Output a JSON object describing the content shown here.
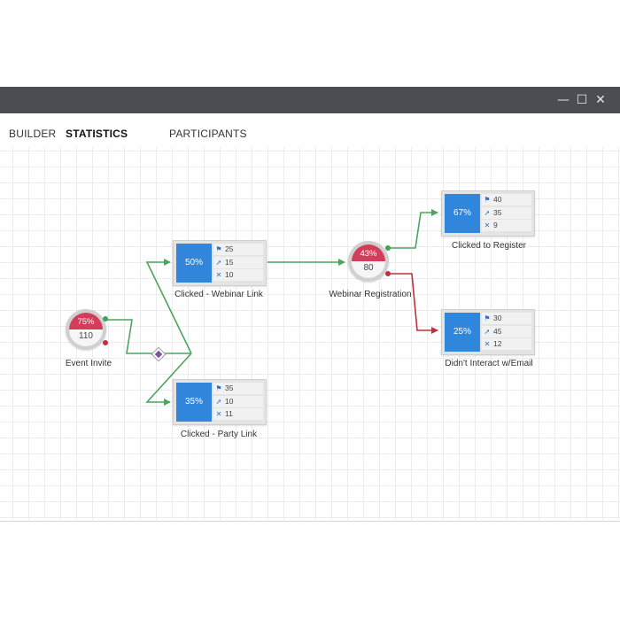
{
  "window": {
    "controls": {
      "minimize": "—",
      "maximize": "☐",
      "close": "✕"
    }
  },
  "tabs": [
    {
      "label": "BUILDER",
      "active": false
    },
    {
      "label": "STATISTICS",
      "active": true
    },
    {
      "label": "PARTICIPANTS",
      "active": false
    }
  ],
  "colors": {
    "titlebar": "#4a4d52",
    "gauge_red": "#d43d5a",
    "card_blue": "#2f86da",
    "link_green": "#4aa65f",
    "link_red": "#c0303c",
    "split_purple": "#7b54a8"
  },
  "icons": {
    "goal": "flag-icon",
    "in_progress": "running-person-icon",
    "exited": "x-icon"
  },
  "nodes": {
    "event_invite": {
      "label": "Event Invite",
      "percent": "75%",
      "count": "110"
    },
    "webinar_registration": {
      "label": "Webinar Registration",
      "percent": "43%",
      "count": "80"
    },
    "clicked_webinar_link": {
      "label": "Clicked - Webinar Link",
      "percent": "50%",
      "stats": [
        "25",
        "15",
        "10"
      ]
    },
    "clicked_party_link": {
      "label": "Clicked - Party Link",
      "percent": "35%",
      "stats": [
        "35",
        "10",
        "11"
      ]
    },
    "clicked_to_register": {
      "label": "Clicked to Register",
      "percent": "67%",
      "stats": [
        "40",
        "35",
        "9"
      ]
    },
    "didnt_interact": {
      "label": "Didn't Interact w/Email",
      "percent": "25%",
      "stats": [
        "30",
        "45",
        "12"
      ]
    }
  }
}
